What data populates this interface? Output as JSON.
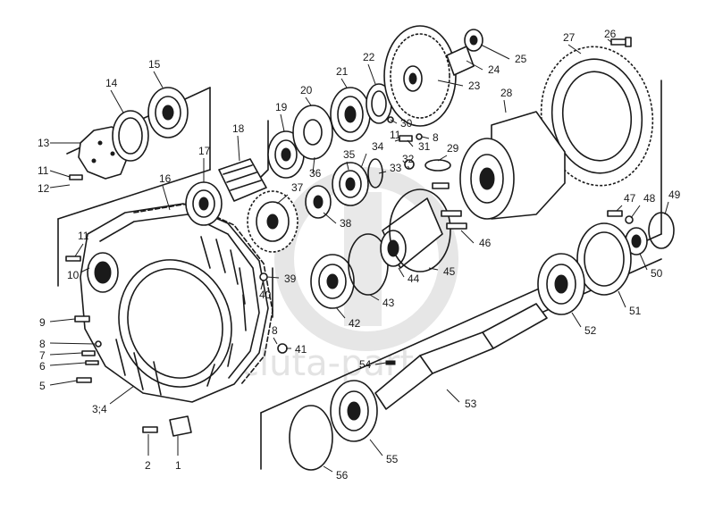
{
  "watermark": {
    "text": "cluta-parts"
  },
  "colors": {
    "ink": "#1a1a1a",
    "paper": "#ffffff",
    "watermark": "#e3e3e3"
  },
  "callouts": [
    {
      "id": "c1",
      "text": "1"
    },
    {
      "id": "c2",
      "text": "2"
    },
    {
      "id": "c34",
      "text": "3;4"
    },
    {
      "id": "c5",
      "text": "5"
    },
    {
      "id": "c6",
      "text": "6"
    },
    {
      "id": "c7",
      "text": "7"
    },
    {
      "id": "c8a",
      "text": "8"
    },
    {
      "id": "c9",
      "text": "9"
    },
    {
      "id": "c10",
      "text": "10"
    },
    {
      "id": "c11a",
      "text": "11"
    },
    {
      "id": "c11b",
      "text": "11"
    },
    {
      "id": "c12",
      "text": "12"
    },
    {
      "id": "c13",
      "text": "13"
    },
    {
      "id": "c14",
      "text": "14"
    },
    {
      "id": "c15",
      "text": "15"
    },
    {
      "id": "c16",
      "text": "16"
    },
    {
      "id": "c17",
      "text": "17"
    },
    {
      "id": "c18",
      "text": "18"
    },
    {
      "id": "c19",
      "text": "19"
    },
    {
      "id": "c20",
      "text": "20"
    },
    {
      "id": "c21",
      "text": "21"
    },
    {
      "id": "c22",
      "text": "22"
    },
    {
      "id": "c23",
      "text": "23"
    },
    {
      "id": "c24",
      "text": "24"
    },
    {
      "id": "c25",
      "text": "25"
    },
    {
      "id": "c26",
      "text": "26"
    },
    {
      "id": "c27",
      "text": "27"
    },
    {
      "id": "c28",
      "text": "28"
    },
    {
      "id": "c29",
      "text": "29"
    },
    {
      "id": "c30",
      "text": "30"
    },
    {
      "id": "c31",
      "text": "31"
    },
    {
      "id": "c11c",
      "text": "11"
    },
    {
      "id": "c8b",
      "text": "8"
    },
    {
      "id": "c32",
      "text": "32"
    },
    {
      "id": "c33",
      "text": "33"
    },
    {
      "id": "c34b",
      "text": "34"
    },
    {
      "id": "c35",
      "text": "35"
    },
    {
      "id": "c36",
      "text": "36"
    },
    {
      "id": "c37",
      "text": "37"
    },
    {
      "id": "c38",
      "text": "38"
    },
    {
      "id": "c39",
      "text": "39"
    },
    {
      "id": "c40",
      "text": "40"
    },
    {
      "id": "c8c",
      "text": "8"
    },
    {
      "id": "c41",
      "text": "41"
    },
    {
      "id": "c42",
      "text": "42"
    },
    {
      "id": "c43",
      "text": "43"
    },
    {
      "id": "c44",
      "text": "44"
    },
    {
      "id": "c45",
      "text": "45"
    },
    {
      "id": "c46",
      "text": "46"
    },
    {
      "id": "c47",
      "text": "47"
    },
    {
      "id": "c48",
      "text": "48"
    },
    {
      "id": "c49",
      "text": "49"
    },
    {
      "id": "c50",
      "text": "50"
    },
    {
      "id": "c51",
      "text": "51"
    },
    {
      "id": "c52",
      "text": "52"
    },
    {
      "id": "c53",
      "text": "53"
    },
    {
      "id": "c54",
      "text": "54"
    },
    {
      "id": "c55",
      "text": "55"
    },
    {
      "id": "c56",
      "text": "56"
    }
  ]
}
